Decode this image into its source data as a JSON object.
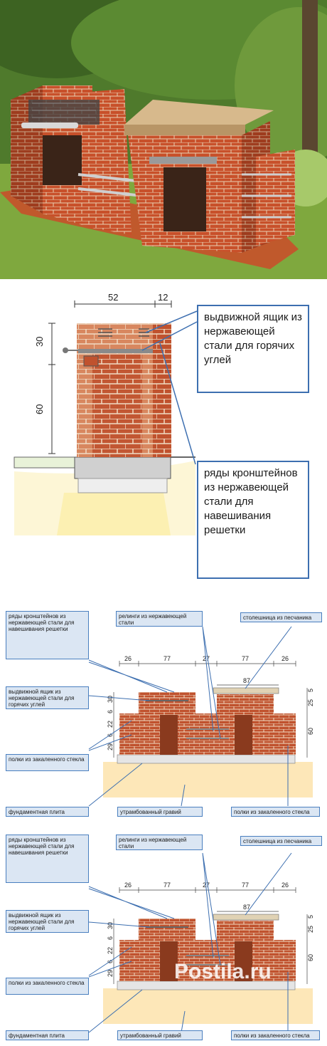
{
  "section": {
    "dims": {
      "width": "52",
      "side": "12",
      "h_top": "30",
      "h_bottom": "60"
    },
    "label_drawer": "выдвижной ящик из нержавеющей стали для горячих углей",
    "label_brackets": "ряды кронштейнов из нержавеющей стали для навешивания решетки"
  },
  "plan1": {
    "label_brackets": "ряды кронштейнов из нержавеющей стали для навешивания решетки",
    "label_rails": "релинги из нержавеющей стали",
    "label_countertop": "столешница из песчаника",
    "label_drawer": "выдвижной ящик из нержавеющей стали для горячих углей",
    "label_shelves_left": "полки из закаленного стекла",
    "label_foundation": "фундаментная плита",
    "label_gravel": "утрамбованный гравий",
    "label_shelves_right": "полки из закаленного стекла",
    "dims_top": [
      "26",
      "77",
      "27",
      "77",
      "26"
    ],
    "dim_counter": "87",
    "dims_left": [
      "30",
      "6",
      "22",
      "6",
      "29"
    ],
    "dims_right": [
      "5",
      "25",
      "60"
    ]
  },
  "plan2": {
    "label_brackets": "ряды кронштейнов из нержавеющей стали для навешивания решетки",
    "label_rails": "релинги из нержавеющей стали",
    "label_countertop": "столешница из песчаника",
    "label_drawer": "выдвижной ящик из нержавеющей стали для горячих углей",
    "label_shelves_left": "полки из закаленного стекла",
    "label_foundation": "фундаментная плита",
    "label_gravel": "утрамбованный гравий",
    "label_shelves_right": "полки из закаленного стекла",
    "dims_top": [
      "26",
      "77",
      "27",
      "77",
      "26"
    ],
    "dim_counter": "87",
    "dims_left": [
      "30",
      "6",
      "22",
      "6",
      "29"
    ],
    "dims_right": [
      "5",
      "25",
      "60"
    ]
  },
  "watermark": "Postila.ru",
  "colors": {
    "brick": "#c8502a",
    "mortar": "#e6c9a8",
    "blue": "#3d6fb0",
    "grass": "#6b8f3a"
  }
}
